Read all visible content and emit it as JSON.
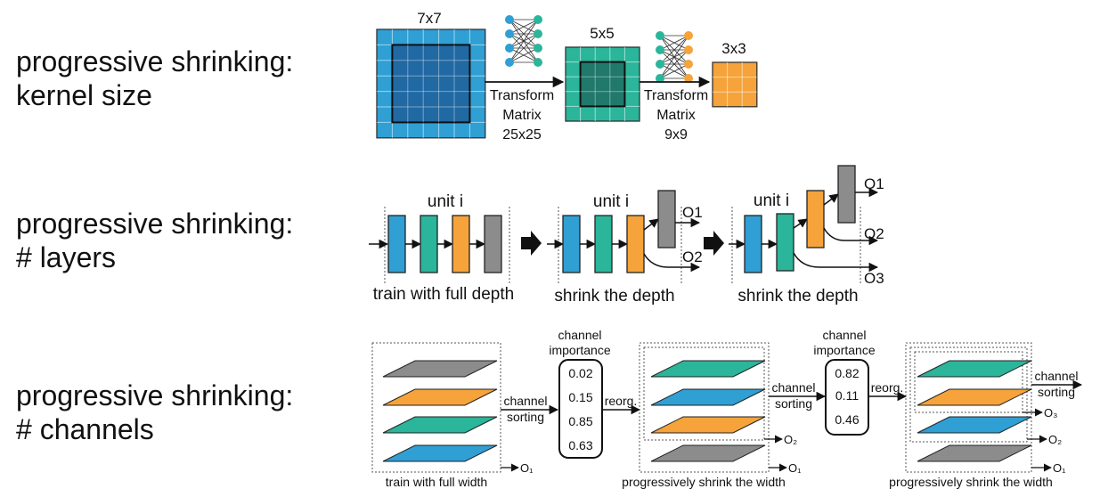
{
  "rows": [
    {
      "line1": "progressive shrinking:",
      "line2": "kernel size"
    },
    {
      "line1": "progressive shrinking:",
      "line2": "# layers"
    },
    {
      "line1": "progressive shrinking:",
      "line2": "# channels"
    }
  ],
  "kernel": {
    "k7_label": "7x7",
    "k5_label": "5x5",
    "k3_label": "3x3",
    "t1": [
      "Transform",
      "Matrix",
      "25x25"
    ],
    "t2": [
      "Transform",
      "Matrix",
      "9x9"
    ]
  },
  "layers": {
    "unit_label": "unit i",
    "o1": "O1",
    "o2": "O2",
    "o3": "O3",
    "caption_full": "train with full depth",
    "caption_shrink": "shrink the depth"
  },
  "channels": {
    "importance_title": [
      "channel",
      "importance"
    ],
    "box1_values": [
      "0.02",
      "0.15",
      "0.85",
      "0.63"
    ],
    "box2_values": [
      "0.82",
      "0.11",
      "0.46"
    ],
    "channel_sorting": [
      "channel",
      "sorting"
    ],
    "reorg": "reorg.",
    "o1": "O₁",
    "o2": "O₂",
    "o3": "O₃",
    "caption_full": "train with full width",
    "caption_shrink": "progressively shrink the width"
  },
  "colors": {
    "blue": "#2f9fd4",
    "blue_dark": "#1f5f9a",
    "green": "#2bb59a",
    "green_dark": "#1f6e62",
    "orange": "#f5a33a",
    "gray": "#8c8c8c"
  }
}
